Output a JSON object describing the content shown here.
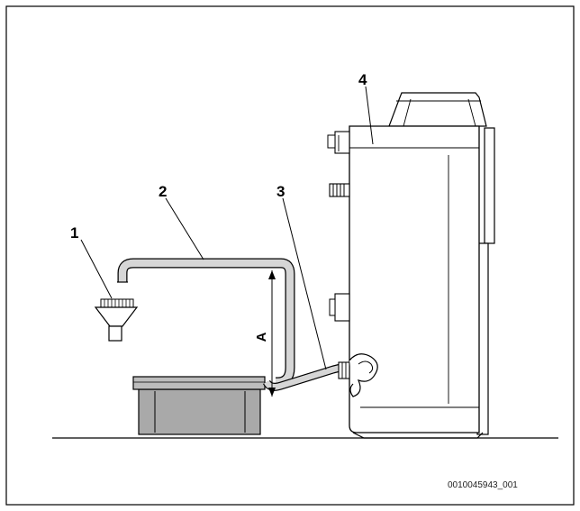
{
  "figure": {
    "callouts": [
      "1",
      "2",
      "3",
      "4"
    ],
    "dimension_label": "A",
    "figure_id": "0010045943_001"
  }
}
